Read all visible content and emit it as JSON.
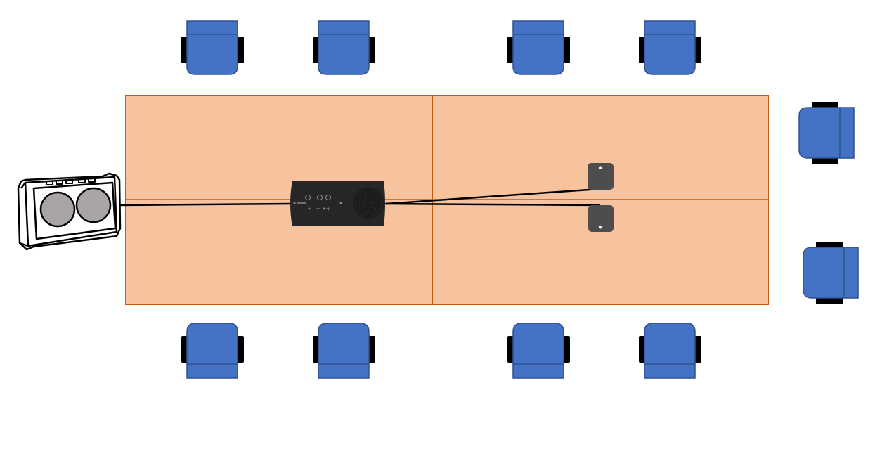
{
  "diagram": {
    "colors": {
      "background": "#ffffff",
      "table_fill": "#f7c39f",
      "table_border": "#c55a11",
      "chair_fill": "#4472c4",
      "chair_stroke": "#2f528f",
      "armrest": "#000000",
      "device_body": "#262626",
      "mic_pod": "#4d4d4d",
      "cable": "#000000",
      "speaker_cone": "#aaa5a5"
    },
    "table": {
      "sections": 4
    },
    "chairs": {
      "top_row": 4,
      "bottom_row": 4,
      "right_end": 2
    },
    "devices": {
      "speakerphone": {
        "icon": "speakerphone-icon"
      },
      "expansion_mics": {
        "count": 2,
        "icon": "microphone-pod-icon"
      },
      "loudspeaker": {
        "icon": "boombox-speaker-icon"
      },
      "cables": 3
    }
  }
}
